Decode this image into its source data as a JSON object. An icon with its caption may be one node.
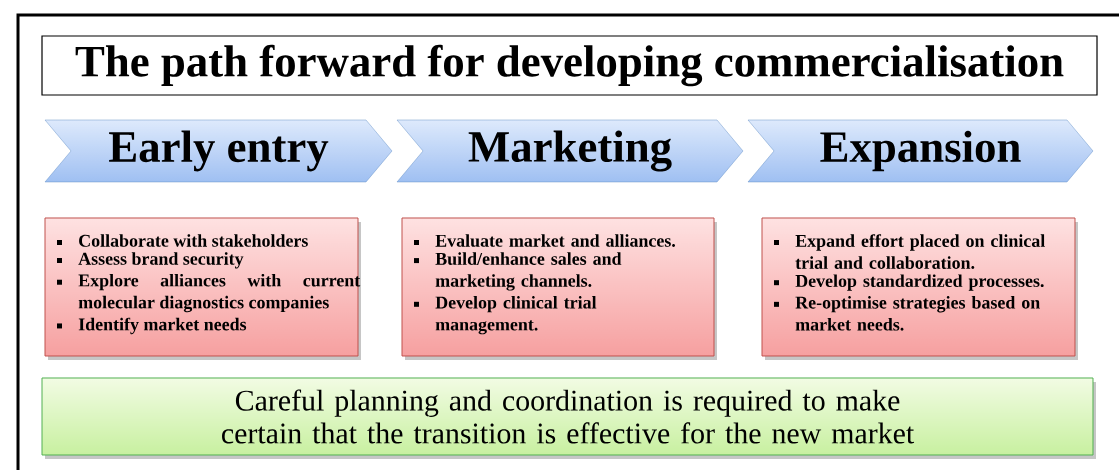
{
  "diagram": {
    "title": "The path forward for developing commercialisation",
    "nodes": [
      {
        "text": [
          "Early entry"
        ]
      },
      {
        "text": [
          "Marketing"
        ]
      },
      {
        "text": [
          "Expansion"
        ]
      },
      {
        "text": [
          "Collaborate with stakeholders",
          "Assess brand security",
          "Explore alliances with current molecular diagnostics companies",
          "Identify market needs"
        ]
      },
      {
        "text": [
          "Evaluate market and alliances.",
          "Build/enhance sales and marketing channels.",
          "Develop clinical trial management."
        ]
      },
      {
        "text": [
          "Expand effort placed on clinical trial and collaboration.",
          "Develop standardized processes.",
          "Re-optimise strategies based on market needs."
        ]
      },
      {
        "text": [
          "Careful planning and coordination is required to make certain that the transition is effective for the new market"
        ]
      }
    ]
  }
}
